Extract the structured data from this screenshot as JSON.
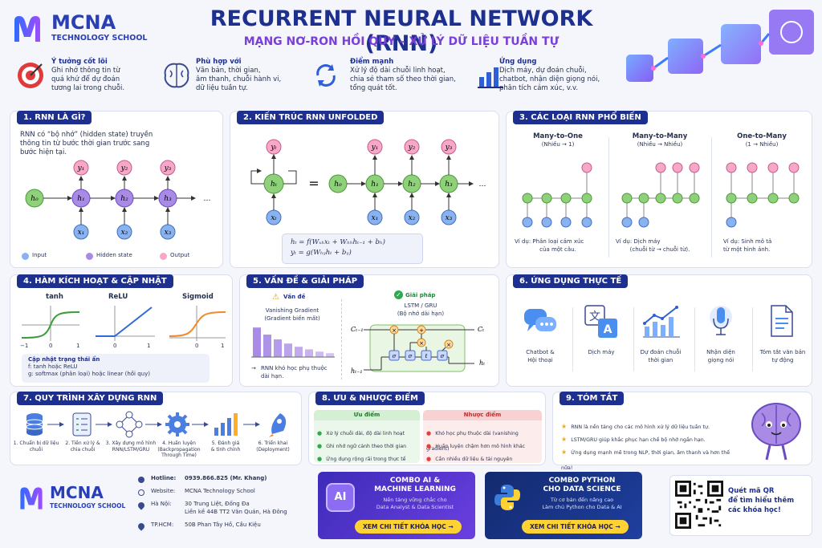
{
  "brand": {
    "name": "MCNA",
    "sub": "TECHNOLOGY SCHOOL"
  },
  "header": {
    "title": "RECURRENT NEURAL NETWORK (RNN)",
    "subtitle": "MẠNG NƠ-RON HỒI QUY – XỬ LÝ DỮ LIỆU TUẦN TỰ"
  },
  "highlights": [
    {
      "title": "Ý tưởng cốt lõi",
      "l1": "Ghi nhớ thông tin từ",
      "l2": "quá khứ để dự đoán",
      "l3": "tương lai trong chuỗi."
    },
    {
      "title": "Phù hợp với",
      "l1": "Văn bản, thời gian,",
      "l2": "âm thanh, chuỗi hành vi,",
      "l3": "dữ liệu tuần tự."
    },
    {
      "title": "Điểm mạnh",
      "l1": "Xử lý độ dài chuỗi linh hoạt,",
      "l2": "chia sẻ tham số theo thời gian,",
      "l3": "tổng quát tốt."
    },
    {
      "title": "Ứng dụng",
      "l1": "Dịch máy, dự đoán chuỗi,",
      "l2": "chatbot, nhận diện giọng nói,",
      "l3": "phân tích cảm xúc, v.v."
    }
  ],
  "s1": {
    "title": "1. RNN LÀ GÌ?",
    "l1": "RNN có “bộ nhớ” (hidden state) truyền",
    "l2": "thông tin từ bước thời gian trước sang",
    "l3": "bước hiện tại.",
    "legend_input": "Input",
    "legend_hidden": "Hidden state",
    "legend_output": "Output",
    "ellipsis": "…"
  },
  "s2": {
    "title": "2. KIẾN TRÚC RNN UNFOLDED",
    "eq": "=",
    "f1": "h = f(Wₓₕxₜ + Wₕₕhₜ₋₁ + bₕ)",
    "f2": "y = g(Wₕᵧhₜ + bᵧ)",
    "f1_lhs": "hₜ",
    "f2_lhs": "yₜ",
    "f1_rhs": "= f(Wₓₕxₜ + Wₕₕhₜ₋₁ + bₕ)",
    "f2_rhs": "= g(Wₕᵧhₜ + bᵧ)"
  },
  "s3": {
    "title": "3. CÁC LOẠI RNN PHỔ BIẾN",
    "types": [
      {
        "name": "Many-to-One",
        "sub": "(Nhiều → 1)",
        "ex1": "Ví dụ: Phân loại cảm xúc",
        "ex2": "của một câu."
      },
      {
        "name": "Many-to-Many",
        "sub": "(Nhiều → Nhiều)",
        "ex1": "Ví dụ: Dịch máy",
        "ex2": "(chuỗi từ → chuỗi từ)."
      },
      {
        "name": "One-to-Many",
        "sub": "(1 → Nhiều)",
        "ex1": "Ví dụ: Sinh mô tả",
        "ex2": "từ một hình ảnh."
      }
    ]
  },
  "s4": {
    "title": "4. HÀM KÍCH HOẠT & CẬP NHẬT",
    "fns": [
      "tanh",
      "ReLU",
      "Sigmoid"
    ],
    "ticks_tanh": [
      "−1",
      "0",
      "1"
    ],
    "ticks_relu": [
      "0",
      "1"
    ],
    "ticks_sig": [
      "0",
      "1"
    ],
    "box_title": "Cập nhật trạng thái ẩn",
    "box_l1": "f: tanh hoặc ReLU",
    "box_l2": "g: softmax (phân loại) hoặc linear (hồi quy)"
  },
  "s5": {
    "title": "5. VẤN ĐỀ & GIẢI PHÁP",
    "problem": "Vấn đề",
    "vg1": "Vanishing Gradient",
    "vg2": "(Gradient biến mất)",
    "note1": "RNN khó học phụ thuộc",
    "note2": "dài hạn.",
    "solution": "Giải pháp",
    "lstm1": "LSTM / GRU",
    "lstm2": "(Bộ nhớ dài hạn)",
    "bars": [
      0.92,
      0.7,
      0.55,
      0.42,
      0.32,
      0.24,
      0.17,
      0.12
    ]
  },
  "s6": {
    "title": "6. ỨNG DỤNG THỰC TẾ",
    "apps": [
      {
        "l1": "Chatbot &",
        "l2": "Hội thoại"
      },
      {
        "l1": "Dịch máy",
        "l2": ""
      },
      {
        "l1": "Dự đoán chuỗi",
        "l2": "thời gian"
      },
      {
        "l1": "Nhận diện",
        "l2": "giọng nói"
      },
      {
        "l1": "Tóm tắt văn bản",
        "l2": "tự động"
      }
    ]
  },
  "s7": {
    "title": "7. QUY TRÌNH XÂY DỰNG RNN",
    "steps": [
      {
        "l1": "1. Chuẩn bị dữ liệu",
        "l2": "chuỗi",
        "l3": ""
      },
      {
        "l1": "2. Tiền xử lý &",
        "l2": "chia chuỗi",
        "l3": ""
      },
      {
        "l1": "3. Xây dựng mô hình",
        "l2": "RNN/LSTM/GRU",
        "l3": ""
      },
      {
        "l1": "4. Huấn luyện",
        "l2": "(Backpropagation",
        "l3": "Through Time)"
      },
      {
        "l1": "5. Đánh giá",
        "l2": "& tinh chỉnh",
        "l3": ""
      },
      {
        "l1": "6. Triển khai",
        "l2": "(Deployment)",
        "l3": ""
      }
    ]
  },
  "s8": {
    "title": "8. ƯU & NHƯỢC ĐIỂM",
    "pros_title": "Ưu điểm",
    "cons_title": "Nhược điểm",
    "pros": [
      "Xử lý chuỗi dài, độ dài linh hoạt",
      "Ghi nhớ ngữ cảnh theo thời gian",
      "Ứng dụng rộng rãi trong thực tế"
    ],
    "cons": [
      "Khó học phụ thuộc dài (vanishing gradient)",
      "Huấn luyện chậm hơn mô hình khác",
      "Cần nhiều dữ liệu & tài nguyên"
    ]
  },
  "s9": {
    "title": "9. TÓM TẮT",
    "items": [
      "RNN là nền tảng cho các mô hình xử lý dữ liệu tuần tự.",
      "LSTM/GRU giúp khắc phục hạn chế bộ nhớ ngắn hạn.",
      "Ứng dụng mạnh mẽ trong NLP, thời gian, âm thanh và hơn thế nữa!"
    ]
  },
  "footer": {
    "hotline_label": "Hotline:",
    "hotline": "0939.866.825  (Mr. Khang)",
    "web_label": "Website:",
    "web": "MCNA Technology School",
    "hn_label": "Hà Nội:",
    "hn1": "30 Trung Liệt, Đống Đa",
    "hn2": "Liền kề 44B TT2 Văn Quán, Hà Đông",
    "hcm_label": "TP.HCM:",
    "hcm": "50B Phan Tây Hồ, Cầu Kiệu",
    "combo1_l1": "COMBO AI &",
    "combo1_l2": "MACHINE LEARNING",
    "combo1_d1": "Nền tảng vững chắc cho",
    "combo1_d2": "Data Analyst & Data Scientist",
    "combo2_l1": "COMBO PYTHON",
    "combo2_l2": "CHO DATA SCIENCE",
    "combo2_d1": "Từ cơ bản đến nâng cao",
    "combo2_d2": "Làm chủ Python cho Data & AI",
    "cta": "XEM CHI TIẾT KHÓA HỌC →",
    "qr1": "Quét mã QR",
    "qr2": "để tìm hiểu thêm",
    "qr3": "các khóa học!"
  },
  "colors": {
    "navy": "#1d2f8f",
    "green": "#8fd07a",
    "purple": "#a98be6",
    "pink": "#f7a8c8",
    "blue": "#8ab2ef"
  }
}
